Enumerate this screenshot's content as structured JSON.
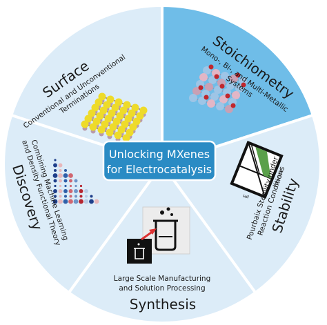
{
  "center": {
    "line1": "Unlocking MXenes",
    "line2": "for Electrocatalysis"
  },
  "segments": {
    "surface": {
      "title": "Surface",
      "sub1": "Conventional and Unconventional",
      "sub2": "Terminations"
    },
    "stoichiometry": {
      "title": "Stoichiometry",
      "sub1": "Mono-, Bi-, and Multi-Metallic",
      "sub2": "Systems"
    },
    "stability": {
      "title": "Stability",
      "sub1": "Pourbaix Stability under",
      "sub2": "Reaction Conditions",
      "axis_x": "Potential",
      "axis_y": "pH"
    },
    "synthesis": {
      "title": "Synthesis",
      "sub1": "Large Scale Manufacturing",
      "sub2": "and Solution Processing"
    },
    "discovery": {
      "title": "Discovery",
      "sub1": "Combining Machine Learning",
      "sub2": "and Density Functional Theory"
    }
  },
  "colors": {
    "light_segment": "#dcecf8",
    "highlight_segment": "#6fbde8",
    "center_box": "#2a8bc4",
    "center_border": "#ffffff"
  }
}
